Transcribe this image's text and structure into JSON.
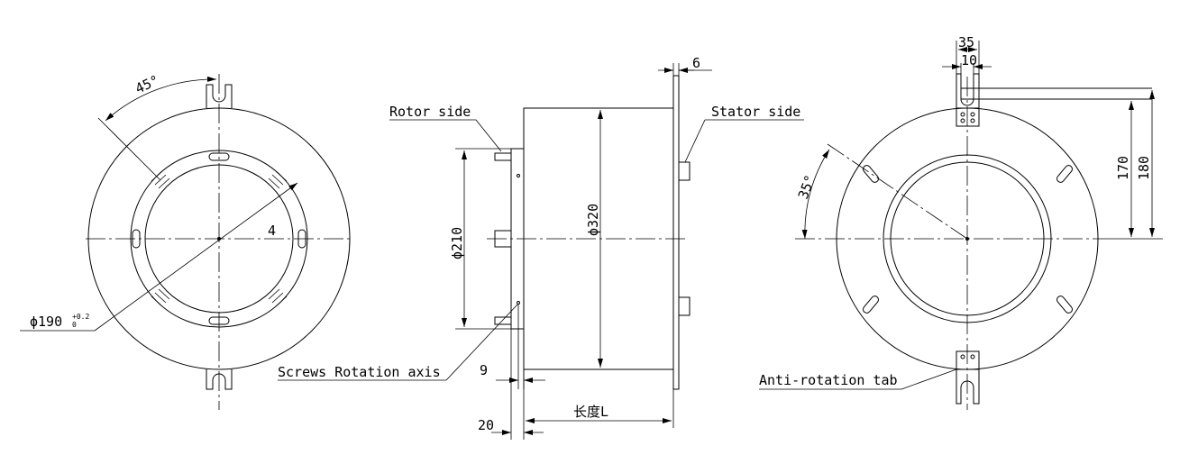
{
  "labels": {
    "rotor_side": "Rotor side",
    "stator_side": "Stator side",
    "screws_rotation_axis": "Screws Rotation axis",
    "anti_rotation_tab": "Anti-rotation tab"
  },
  "dimensions": {
    "angle_front": "45°",
    "hole_count": "4",
    "bore_diameter": "ϕ190",
    "bore_tolerance": "+0.2",
    "bore_tolerance_low": "0",
    "rotor_diameter": "ϕ210",
    "outer_diameter": "ϕ320",
    "flange_thickness": "6",
    "screw_offset": "9",
    "rotor_length": "20",
    "length": "长度L",
    "tab_width": "35",
    "tab_slot": "10",
    "angle_back": "35°",
    "tab_height_inner": "170",
    "tab_height_outer": "180"
  }
}
